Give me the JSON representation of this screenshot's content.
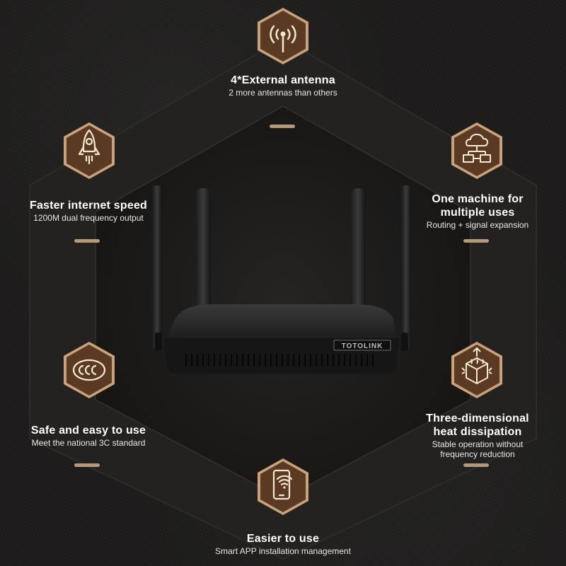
{
  "colors": {
    "background": "#1c1b1a",
    "hexagon_frame": "#2b2724",
    "badge_fill": "#5a3a22",
    "badge_border": "#c8a27a",
    "badge_icon": "#f3e6d3",
    "dash": "#b59a79"
  },
  "features": [
    {
      "icon": "antenna-signal-icon",
      "title": "4*External antenna",
      "subtitle": "2 more antennas than others"
    },
    {
      "icon": "rocket-icon",
      "title": "Faster internet speed",
      "subtitle": "1200M dual frequency output"
    },
    {
      "icon": "cloud-network-icon",
      "title": "One machine for multiple uses",
      "title_line1": "One machine for",
      "title_line2": "multiple uses",
      "subtitle": "Routing + signal expansion"
    },
    {
      "icon": "ccc-certification-icon",
      "title": "Safe and easy to use",
      "subtitle": "Meet the national 3C standard"
    },
    {
      "icon": "heat-dissipation-cube-icon",
      "title": "Three-dimensional heat dissipation",
      "title_line1": "Three-dimensional",
      "title_line2": "heat dissipation",
      "subtitle": "Stable operation without frequency reduction",
      "subtitle_line1": "Stable operation without",
      "subtitle_line2": "frequency reduction"
    },
    {
      "icon": "smartphone-wifi-icon",
      "title": "Easier to use",
      "subtitle": "Smart APP installation management"
    }
  ],
  "router": {
    "brand": "TOTOLINK"
  }
}
